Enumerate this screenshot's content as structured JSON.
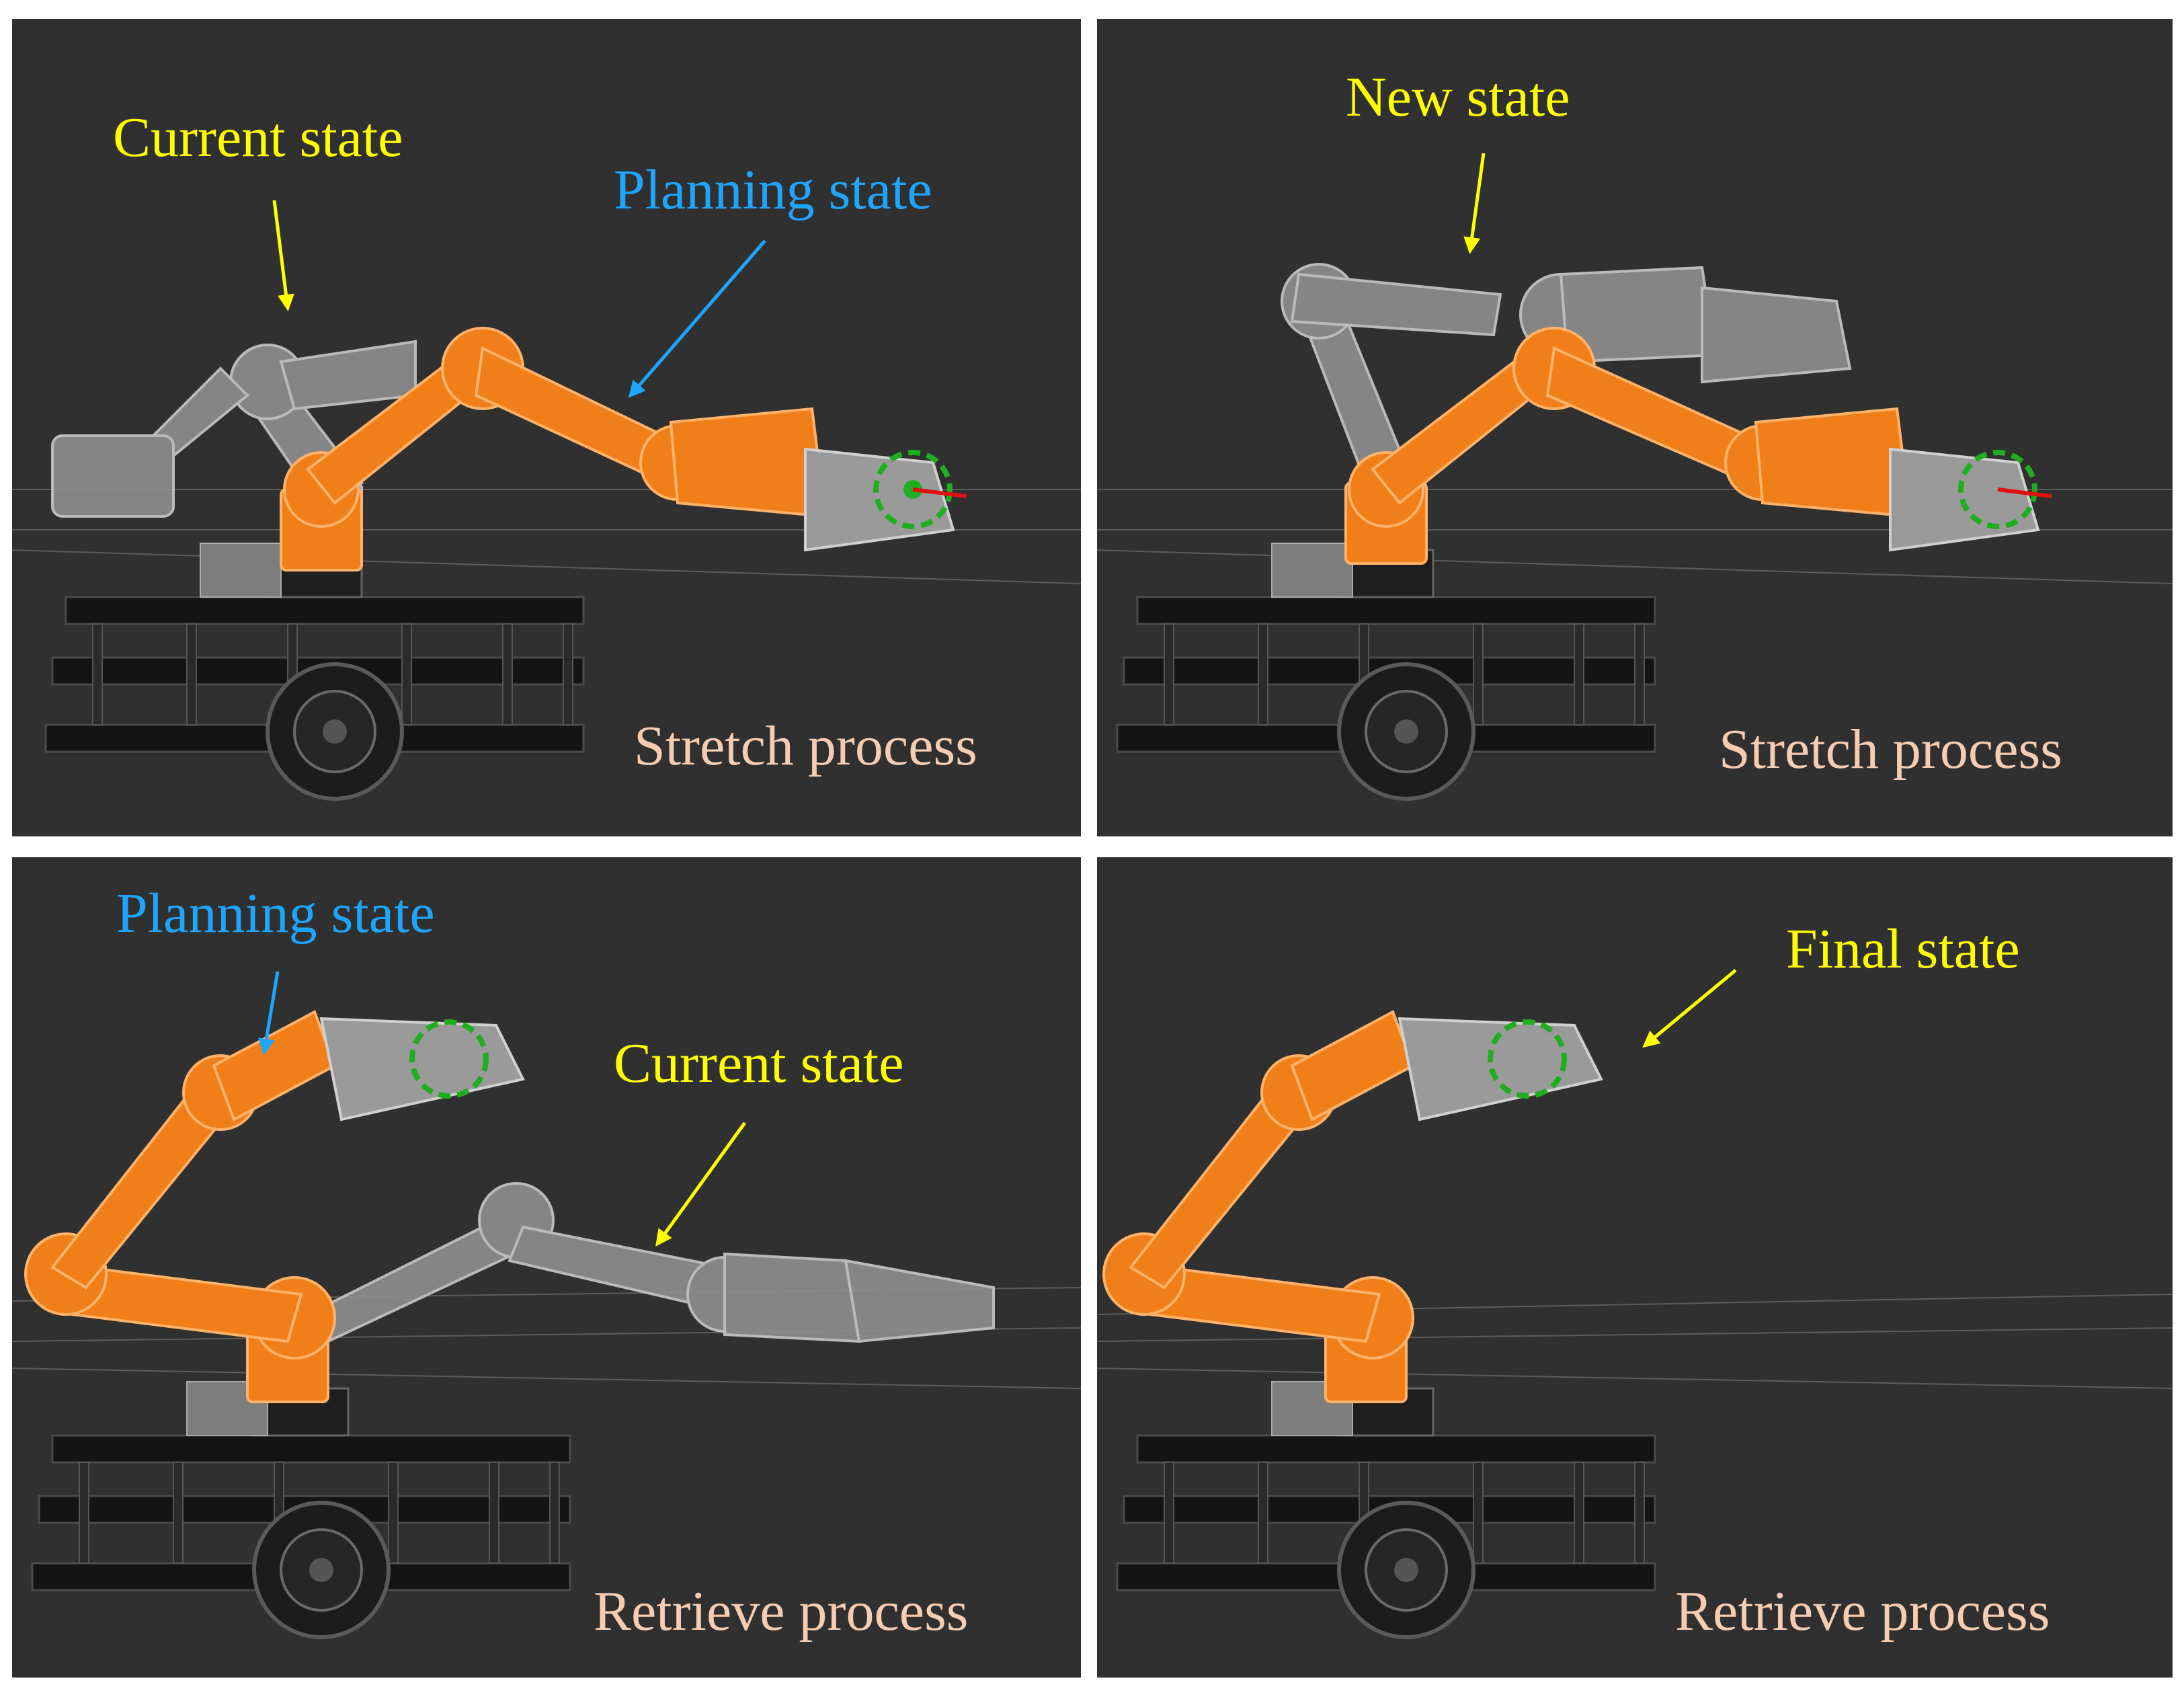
{
  "colors": {
    "current_label": "#ffff00",
    "planning_label": "#1ea6ff",
    "process_label": "#f6cdb0",
    "background": "#303030",
    "planning_arm": "#f07f1a",
    "current_arm": "#8f8f8f"
  },
  "panels": [
    {
      "labels": {
        "current": "Current state",
        "planning": "Planning state",
        "process": "Stretch process"
      }
    },
    {
      "labels": {
        "new": "New state",
        "process": "Stretch process"
      }
    },
    {
      "labels": {
        "planning": "Planning state",
        "current": "Current state",
        "process": "Retrieve process"
      }
    },
    {
      "labels": {
        "final": "Final state",
        "process": "Retrieve process"
      }
    }
  ]
}
